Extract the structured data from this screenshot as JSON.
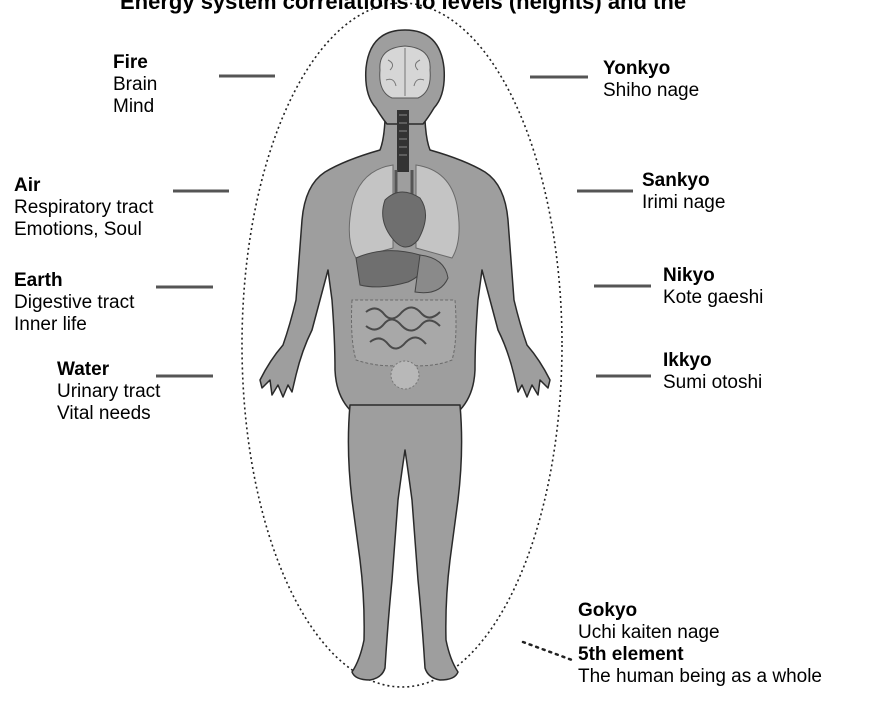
{
  "title": "Energy system correlations to levels (heights) and the",
  "elements_left": [
    {
      "name": "Fire",
      "lines": [
        "Brain",
        "Mind"
      ]
    },
    {
      "name": "Air",
      "lines": [
        "Respiratory tract",
        "Emotions, Soul"
      ]
    },
    {
      "name": "Earth",
      "lines": [
        "Digestive tract",
        "Inner life"
      ]
    },
    {
      "name": "Water",
      "lines": [
        "Urinary tract",
        "Vital needs"
      ]
    }
  ],
  "techniques_right": [
    {
      "name": "Yonkyo",
      "lines": [
        "Shiho nage"
      ]
    },
    {
      "name": "Sankyo",
      "lines": [
        "Irimi nage"
      ]
    },
    {
      "name": "Nikyo",
      "lines": [
        "Kote gaeshi"
      ]
    },
    {
      "name": "Ikkyo",
      "lines": [
        "Sumi otoshi"
      ]
    }
  ],
  "whole": {
    "name": "Gokyo",
    "line1": "Uchi kaiten nage",
    "element": "5th element",
    "line2": "The human being as a whole"
  },
  "colors": {
    "body": "#9e9e9e",
    "body_outline": "#2a2a2a",
    "organs": "#6f6f6f",
    "lungs": "#c4c4c4",
    "connector": "#555555"
  }
}
